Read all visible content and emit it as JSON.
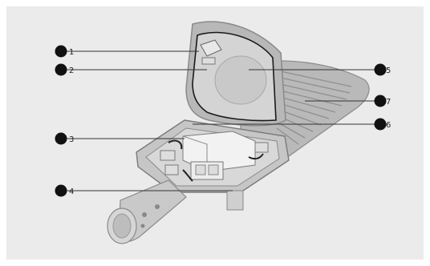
{
  "figure": {
    "background_color": "#ebebeb",
    "marker_color": "#111111",
    "leader_color": "#333333"
  },
  "callouts": [
    {
      "id": "1",
      "label": "1",
      "side": "left"
    },
    {
      "id": "2",
      "label": "2",
      "side": "left"
    },
    {
      "id": "3",
      "label": "3",
      "side": "left"
    },
    {
      "id": "4",
      "label": "4",
      "side": "left"
    },
    {
      "id": "5",
      "label": "5",
      "side": "right"
    },
    {
      "id": "6",
      "label": "6",
      "side": "right"
    },
    {
      "id": "7",
      "label": "7",
      "side": "right"
    }
  ]
}
